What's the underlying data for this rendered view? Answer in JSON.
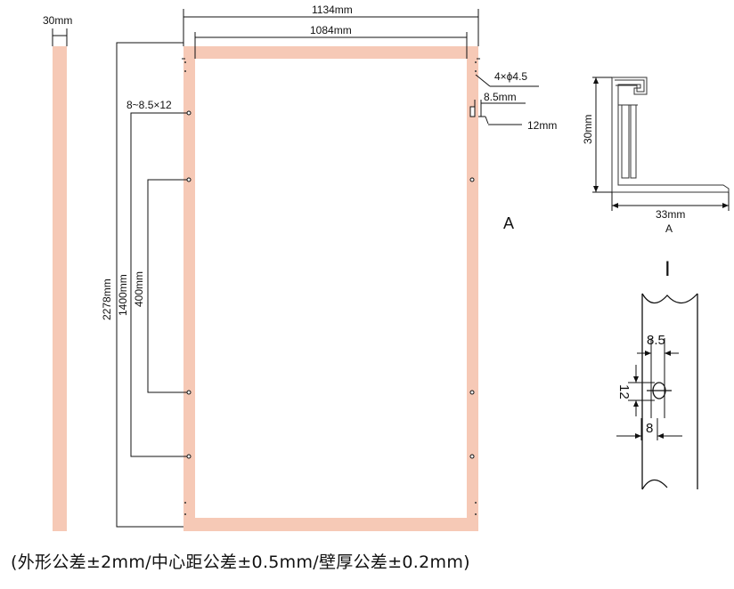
{
  "colors": {
    "frame": "#f6c9b6",
    "line": "#1a1a1a"
  },
  "labels": {
    "profile_width": "30mm",
    "outer_width": "1134mm",
    "inner_width": "1084mm",
    "holes_spec": "4×ϕ4.5",
    "slot_spec": "8~8.5×12",
    "slot_width": "8.5mm",
    "slot_offset": "12mm",
    "total_height": "2278mm",
    "hole_spacing_outer": "1400mm",
    "hole_spacing_inner": "400mm",
    "section_marker": "A",
    "profile_height": "30mm",
    "profile_depth": "33mm",
    "profile_caption": "A",
    "detail_marker": "I",
    "detail_width": "8.5",
    "detail_height": "12",
    "detail_offset": "8"
  },
  "footer": "(外形公差±2mm/中心距公差±0.5mm/壁厚公差±0.2mm)"
}
